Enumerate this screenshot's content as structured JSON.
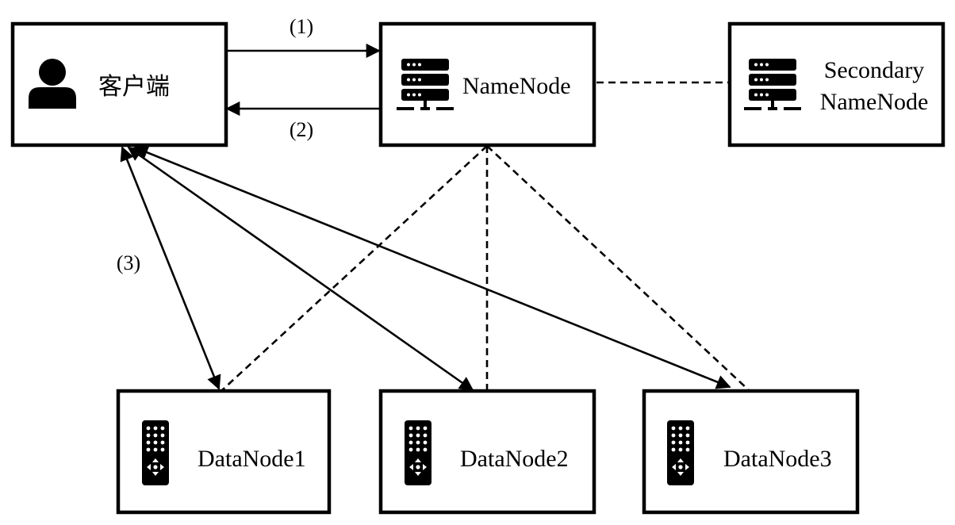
{
  "nodes": {
    "client": {
      "label": "客户端"
    },
    "namenode": {
      "label": "NameNode"
    },
    "secondary": {
      "label_line1": "Secondary",
      "label_line2": "NameNode"
    },
    "datanode1": {
      "label": "DataNode1"
    },
    "datanode2": {
      "label": "DataNode2"
    },
    "datanode3": {
      "label": "DataNode3"
    }
  },
  "edges": {
    "step1": "(1)",
    "step2": "(2)",
    "step3": "(3)"
  },
  "icons": {
    "client": "user-icon",
    "namenode": "server-icon",
    "secondary": "server-icon",
    "datanode": "remote-control-icon"
  }
}
